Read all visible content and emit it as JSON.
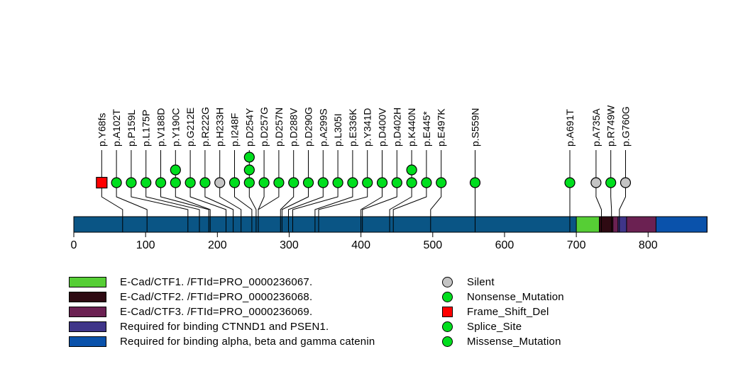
{
  "chart_data": {
    "type": "lollipop",
    "title": "",
    "xlabel": "",
    "protein_length": 882,
    "axis_ticks": [
      0,
      100,
      200,
      300,
      400,
      500,
      600,
      700,
      800
    ],
    "backbone_color": "#0A5585",
    "grid": false,
    "domains": [
      {
        "label": "E-Cad/CTF1. /FTId=PRO_0000236067.",
        "start": 700,
        "end": 882,
        "color": "#56CE35"
      },
      {
        "label": "E-Cad/CTF2. /FTId=PRO_0000236068.",
        "start": 732,
        "end": 882,
        "color": "#2E0A12"
      },
      {
        "label": "E-Cad/CTF3. /FTId=PRO_0000236069.",
        "start": 751,
        "end": 882,
        "color": "#6B2152"
      },
      {
        "label": "Required for binding CTNND1 and PSEN1.",
        "start": 758,
        "end": 770,
        "color": "#3F3589"
      },
      {
        "label": "Required for binding alpha, beta and gamma catenin",
        "start": 811,
        "end": 882,
        "color": "#0A52AB"
      }
    ],
    "mutation_types": [
      {
        "label": "Silent",
        "color": "#C4C4C4",
        "shape": "circle"
      },
      {
        "label": "Nonsense_Mutation",
        "color": "#00DE1E",
        "shape": "circle"
      },
      {
        "label": "Frame_Shift_Del",
        "color": "#FF0000",
        "shape": "square"
      },
      {
        "label": "Splice_Site",
        "color": "#00DE1E",
        "shape": "circle"
      },
      {
        "label": "Missense_Mutation",
        "color": "#00DE1E",
        "shape": "circle"
      }
    ],
    "mutations": [
      {
        "label": "p.Y68fs",
        "position": 68,
        "count": 1,
        "type": "Frame_Shift_Del"
      },
      {
        "label": "p.A102T",
        "position": 102,
        "count": 1,
        "type": "Missense_Mutation"
      },
      {
        "label": "p.P159L",
        "position": 159,
        "count": 1,
        "type": "Missense_Mutation"
      },
      {
        "label": "p.L175P",
        "position": 175,
        "count": 1,
        "type": "Missense_Mutation"
      },
      {
        "label": "p.V188D",
        "position": 188,
        "count": 1,
        "type": "Missense_Mutation"
      },
      {
        "label": "p.Y190C",
        "position": 190,
        "count": 2,
        "type": "Missense_Mutation"
      },
      {
        "label": "p.G212E",
        "position": 212,
        "count": 1,
        "type": "Missense_Mutation"
      },
      {
        "label": "p.R222G",
        "position": 222,
        "count": 1,
        "type": "Missense_Mutation"
      },
      {
        "label": "p.H233H",
        "position": 233,
        "count": 1,
        "type": "Silent"
      },
      {
        "label": "p.I248F",
        "position": 248,
        "count": 1,
        "type": "Missense_Mutation"
      },
      {
        "label": "p.D254Y",
        "position": 254,
        "count": 3,
        "type": "Missense_Mutation"
      },
      {
        "label": "p.D257G",
        "position": 257,
        "count": 1,
        "type": "Missense_Mutation"
      },
      {
        "label": "p.D257N",
        "position": 257,
        "count": 1,
        "type": "Missense_Mutation"
      },
      {
        "label": "p.D288V",
        "position": 288,
        "count": 1,
        "type": "Missense_Mutation"
      },
      {
        "label": "p.D290G",
        "position": 290,
        "count": 1,
        "type": "Missense_Mutation"
      },
      {
        "label": "p.A299S",
        "position": 299,
        "count": 1,
        "type": "Missense_Mutation"
      },
      {
        "label": "p.L305I",
        "position": 305,
        "count": 1,
        "type": "Missense_Mutation"
      },
      {
        "label": "p.E336K",
        "position": 336,
        "count": 1,
        "type": "Missense_Mutation"
      },
      {
        "label": "p.Y341D",
        "position": 341,
        "count": 1,
        "type": "Missense_Mutation"
      },
      {
        "label": "p.D400V",
        "position": 400,
        "count": 1,
        "type": "Missense_Mutation"
      },
      {
        "label": "p.D402H",
        "position": 402,
        "count": 1,
        "type": "Missense_Mutation"
      },
      {
        "label": "p.K440N",
        "position": 440,
        "count": 2,
        "type": "Missense_Mutation"
      },
      {
        "label": "p.E445*",
        "position": 445,
        "count": 1,
        "type": "Nonsense_Mutation"
      },
      {
        "label": "p.E497K",
        "position": 497,
        "count": 1,
        "type": "Missense_Mutation"
      },
      {
        "label": "p.S559N",
        "position": 559,
        "count": 1,
        "type": "Missense_Mutation"
      },
      {
        "label": "p.A691T",
        "position": 691,
        "count": 1,
        "type": "Missense_Mutation"
      },
      {
        "label": "p.A735A",
        "position": 735,
        "count": 1,
        "type": "Silent"
      },
      {
        "label": "p.R749W",
        "position": 749,
        "count": 1,
        "type": "Missense_Mutation"
      },
      {
        "label": "p.G760G",
        "position": 760,
        "count": 1,
        "type": "Silent"
      }
    ]
  }
}
